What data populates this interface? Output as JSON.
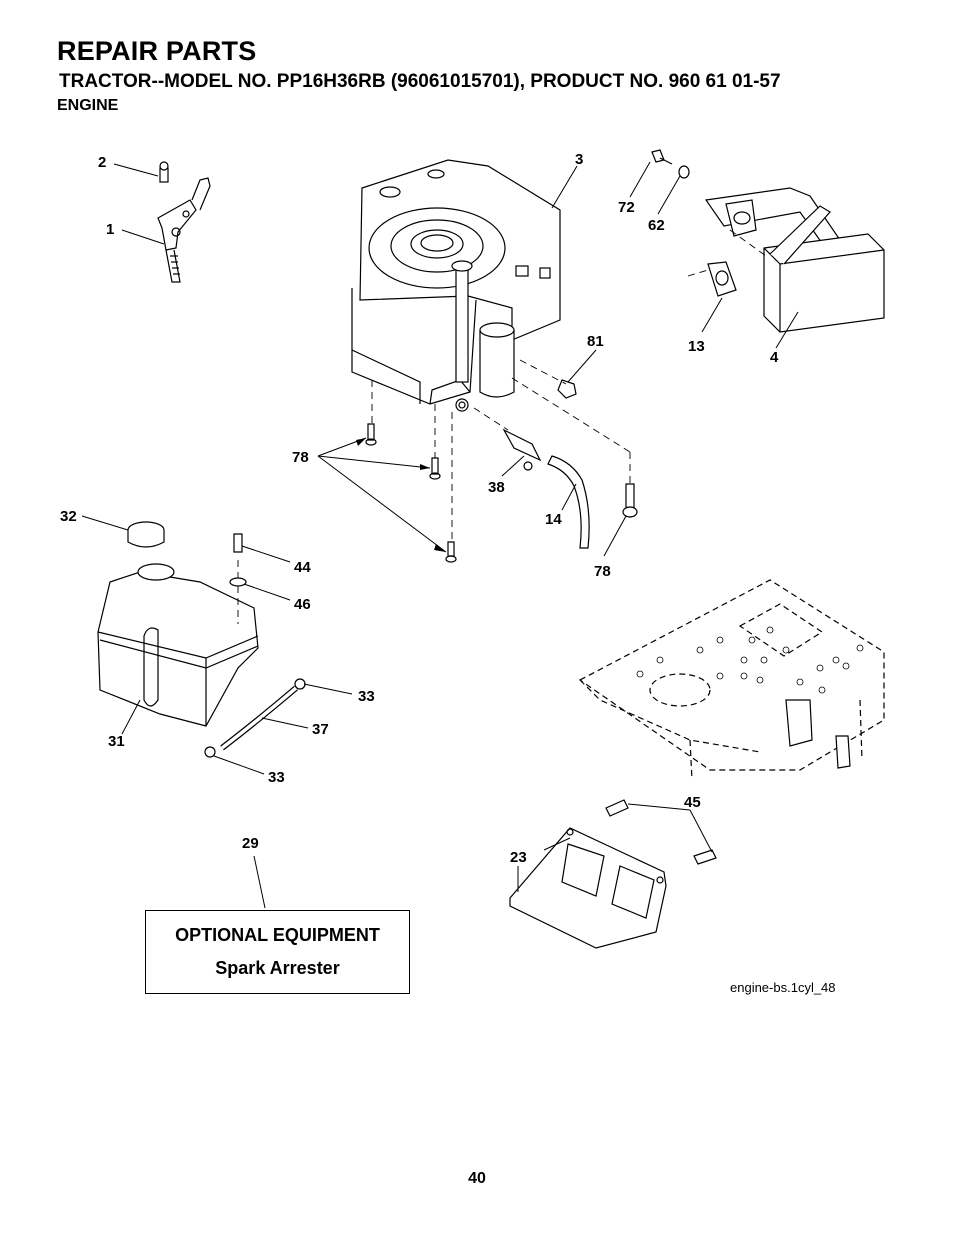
{
  "header": {
    "title": "REPAIR PARTS",
    "subtitle": "TRACTOR--MODEL NO. PP16H36RB (96061015701), PRODUCT NO. 960 61 01-57",
    "section": "ENGINE"
  },
  "callouts": [
    "2",
    "1",
    "3",
    "72",
    "62",
    "13",
    "4",
    "81",
    "78",
    "38",
    "14",
    "78",
    "32",
    "44",
    "46",
    "33",
    "37",
    "33",
    "31",
    "29",
    "45",
    "23"
  ],
  "optional_box": {
    "line1": "OPTIONAL EQUIPMENT",
    "line2": "Spark Arrester"
  },
  "figure_ref": "engine-bs.1cyl_48",
  "page_number": "40"
}
